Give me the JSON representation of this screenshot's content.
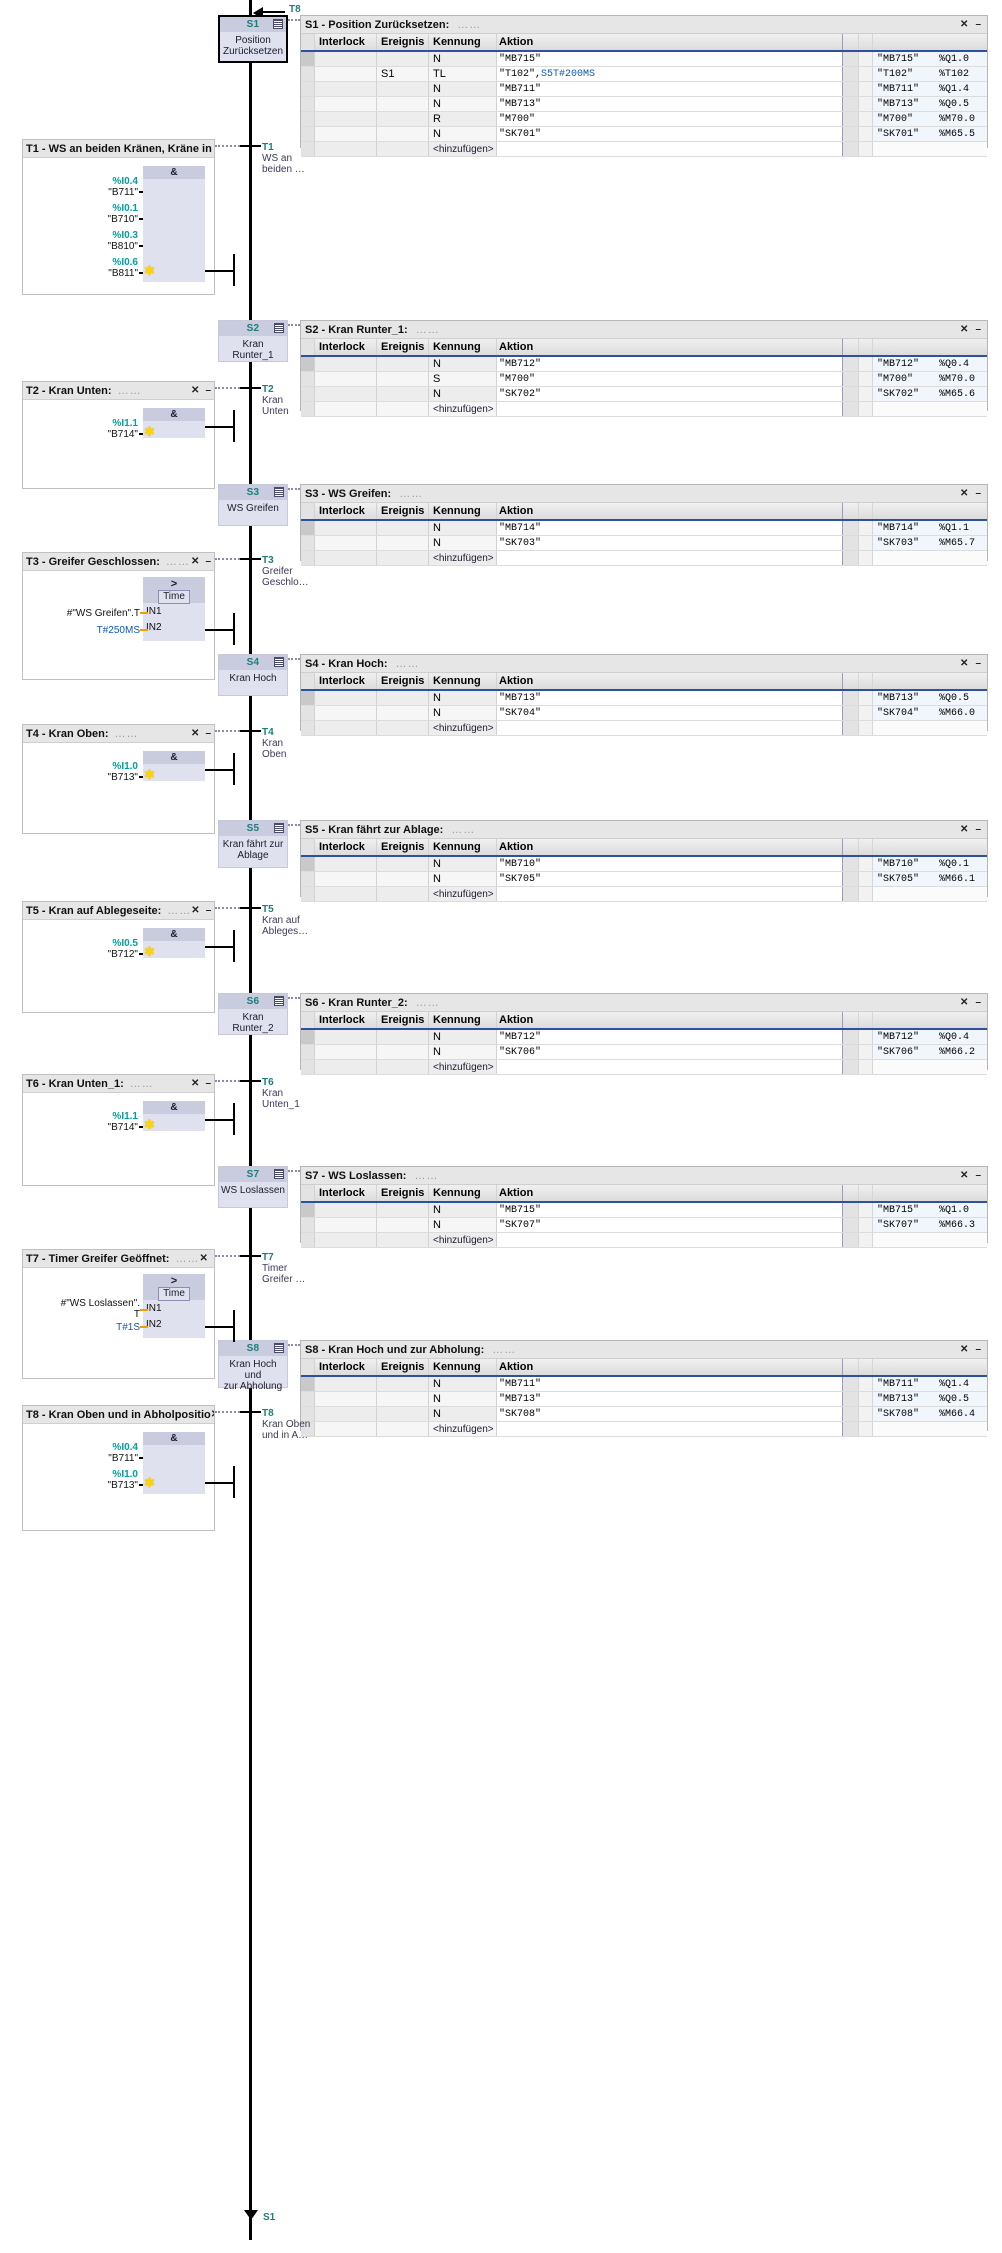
{
  "chain": {
    "top_transition": "T8",
    "bottom_label": "S1"
  },
  "steps": [
    {
      "id": "S1",
      "name": "Position\nZurücksetzen",
      "name_l1": "Position",
      "name_l2": "Zurücksetzen",
      "panel_title": "S1 - Position Zurücksetzen:",
      "dots": "……",
      "columns": [
        "Interlock",
        "Ereignis",
        "Kennung",
        "Aktion"
      ],
      "add_row": "<hinzufügen>",
      "rows": [
        {
          "interlock": "",
          "ereignis": "",
          "kennung": "N",
          "aktion": "\"MB715\"",
          "aktion_lit": "",
          "sym": "\"MB715\"",
          "addr": "%Q1.0"
        },
        {
          "interlock": "",
          "ereignis": "S1",
          "kennung": "TL",
          "aktion": "\"T102\",",
          "aktion_lit": "S5T#200MS",
          "sym": "\"T102\"",
          "addr": "%T102"
        },
        {
          "interlock": "",
          "ereignis": "",
          "kennung": "N",
          "aktion": "\"MB711\"",
          "aktion_lit": "",
          "sym": "\"MB711\"",
          "addr": "%Q1.4"
        },
        {
          "interlock": "",
          "ereignis": "",
          "kennung": "N",
          "aktion": "\"MB713\"",
          "aktion_lit": "",
          "sym": "\"MB713\"",
          "addr": "%Q0.5"
        },
        {
          "interlock": "",
          "ereignis": "",
          "kennung": "R",
          "aktion": "\"M700\"",
          "aktion_lit": "",
          "sym": "\"M700\"",
          "addr": "%M70.0"
        },
        {
          "interlock": "",
          "ereignis": "",
          "kennung": "N",
          "aktion": "\"SK701\"",
          "aktion_lit": "",
          "sym": "\"SK701\"",
          "addr": "%M65.5"
        }
      ]
    },
    {
      "id": "S2",
      "name_l1": "Kran Runter_1",
      "name_l2": "",
      "panel_title": "S2 - Kran Runter_1:",
      "dots": "……",
      "columns": [
        "Interlock",
        "Ereignis",
        "Kennung",
        "Aktion"
      ],
      "add_row": "<hinzufügen>",
      "rows": [
        {
          "interlock": "",
          "ereignis": "",
          "kennung": "N",
          "aktion": "\"MB712\"",
          "aktion_lit": "",
          "sym": "\"MB712\"",
          "addr": "%Q0.4"
        },
        {
          "interlock": "",
          "ereignis": "",
          "kennung": "S",
          "aktion": "\"M700\"",
          "aktion_lit": "",
          "sym": "\"M700\"",
          "addr": "%M70.0"
        },
        {
          "interlock": "",
          "ereignis": "",
          "kennung": "N",
          "aktion": "\"SK702\"",
          "aktion_lit": "",
          "sym": "\"SK702\"",
          "addr": "%M65.6"
        }
      ]
    },
    {
      "id": "S3",
      "name_l1": "WS Greifen",
      "name_l2": "",
      "panel_title": "S3 - WS Greifen:",
      "dots": "……",
      "columns": [
        "Interlock",
        "Ereignis",
        "Kennung",
        "Aktion"
      ],
      "add_row": "<hinzufügen>",
      "rows": [
        {
          "interlock": "",
          "ereignis": "",
          "kennung": "N",
          "aktion": "\"MB714\"",
          "aktion_lit": "",
          "sym": "\"MB714\"",
          "addr": "%Q1.1"
        },
        {
          "interlock": "",
          "ereignis": "",
          "kennung": "N",
          "aktion": "\"SK703\"",
          "aktion_lit": "",
          "sym": "\"SK703\"",
          "addr": "%M65.7"
        }
      ]
    },
    {
      "id": "S4",
      "name_l1": "Kran Hoch",
      "name_l2": "",
      "panel_title": "S4 - Kran Hoch:",
      "dots": "……",
      "columns": [
        "Interlock",
        "Ereignis",
        "Kennung",
        "Aktion"
      ],
      "add_row": "<hinzufügen>",
      "rows": [
        {
          "interlock": "",
          "ereignis": "",
          "kennung": "N",
          "aktion": "\"MB713\"",
          "aktion_lit": "",
          "sym": "\"MB713\"",
          "addr": "%Q0.5"
        },
        {
          "interlock": "",
          "ereignis": "",
          "kennung": "N",
          "aktion": "\"SK704\"",
          "aktion_lit": "",
          "sym": "\"SK704\"",
          "addr": "%M66.0"
        }
      ]
    },
    {
      "id": "S5",
      "name_l1": "Kran fährt zur",
      "name_l2": "Ablage",
      "panel_title": "S5 - Kran fährt zur Ablage:",
      "dots": "……",
      "columns": [
        "Interlock",
        "Ereignis",
        "Kennung",
        "Aktion"
      ],
      "add_row": "<hinzufügen>",
      "rows": [
        {
          "interlock": "",
          "ereignis": "",
          "kennung": "N",
          "aktion": "\"MB710\"",
          "aktion_lit": "",
          "sym": "\"MB710\"",
          "addr": "%Q0.1"
        },
        {
          "interlock": "",
          "ereignis": "",
          "kennung": "N",
          "aktion": "\"SK705\"",
          "aktion_lit": "",
          "sym": "\"SK705\"",
          "addr": "%M66.1"
        }
      ]
    },
    {
      "id": "S6",
      "name_l1": "Kran Runter_2",
      "name_l2": "",
      "panel_title": "S6 - Kran Runter_2:",
      "dots": "……",
      "columns": [
        "Interlock",
        "Ereignis",
        "Kennung",
        "Aktion"
      ],
      "add_row": "<hinzufügen>",
      "rows": [
        {
          "interlock": "",
          "ereignis": "",
          "kennung": "N",
          "aktion": "\"MB712\"",
          "aktion_lit": "",
          "sym": "\"MB712\"",
          "addr": "%Q0.4"
        },
        {
          "interlock": "",
          "ereignis": "",
          "kennung": "N",
          "aktion": "\"SK706\"",
          "aktion_lit": "",
          "sym": "\"SK706\"",
          "addr": "%M66.2"
        }
      ]
    },
    {
      "id": "S7",
      "name_l1": "WS Loslassen",
      "name_l2": "",
      "panel_title": "S7 - WS Loslassen:",
      "dots": "……",
      "columns": [
        "Interlock",
        "Ereignis",
        "Kennung",
        "Aktion"
      ],
      "add_row": "<hinzufügen>",
      "rows": [
        {
          "interlock": "",
          "ereignis": "",
          "kennung": "N",
          "aktion": "\"MB715\"",
          "aktion_lit": "",
          "sym": "\"MB715\"",
          "addr": "%Q1.0"
        },
        {
          "interlock": "",
          "ereignis": "",
          "kennung": "N",
          "aktion": "\"SK707\"",
          "aktion_lit": "",
          "sym": "\"SK707\"",
          "addr": "%M66.3"
        }
      ]
    },
    {
      "id": "S8",
      "name_l1": "Kran Hoch und",
      "name_l2": "zur Abholung",
      "panel_title": "S8 - Kran Hoch und zur Abholung:",
      "dots": "……",
      "columns": [
        "Interlock",
        "Ereignis",
        "Kennung",
        "Aktion"
      ],
      "add_row": "<hinzufügen>",
      "rows": [
        {
          "interlock": "",
          "ereignis": "",
          "kennung": "N",
          "aktion": "\"MB711\"",
          "aktion_lit": "",
          "sym": "\"MB711\"",
          "addr": "%Q1.4"
        },
        {
          "interlock": "",
          "ereignis": "",
          "kennung": "N",
          "aktion": "\"MB713\"",
          "aktion_lit": "",
          "sym": "\"MB713\"",
          "addr": "%Q0.5"
        },
        {
          "interlock": "",
          "ereignis": "",
          "kennung": "N",
          "aktion": "\"SK708\"",
          "aktion_lit": "",
          "sym": "\"SK708\"",
          "addr": "%M66.4"
        }
      ]
    }
  ],
  "transitions": [
    {
      "id": "T1",
      "rail_l1": "WS an",
      "rail_l2": "beiden …",
      "title": "T1 - WS an beiden Kränen, Kräne in",
      "dots": "……",
      "kind": "and",
      "gate": "&",
      "inputs": [
        {
          "addr": "%I0.4",
          "sym": "\"B711\""
        },
        {
          "addr": "%I0.1",
          "sym": "\"B710\""
        },
        {
          "addr": "%I0.3",
          "sym": "\"B810\""
        },
        {
          "addr": "%I0.6",
          "sym": "\"B811\""
        }
      ]
    },
    {
      "id": "T2",
      "rail_l1": "Kran",
      "rail_l2": "Unten",
      "title": "T2 - Kran Unten:",
      "dots": "……",
      "kind": "and",
      "gate": "&",
      "inputs": [
        {
          "addr": "%I1.1",
          "sym": "\"B714\""
        }
      ]
    },
    {
      "id": "T3",
      "rail_l1": "Greifer",
      "rail_l2": "Geschlo…",
      "title": "T3 - Greifer Geschlossen:",
      "dots": "……",
      "kind": "timer",
      "gate": ">",
      "type_label": "Time",
      "in1": "#\"WS Greifen\".T",
      "in2": "T#250MS",
      "in1_pin": "IN1",
      "in2_pin": "IN2"
    },
    {
      "id": "T4",
      "rail_l1": "Kran",
      "rail_l2": "Oben",
      "title": "T4 - Kran Oben:",
      "dots": "……",
      "kind": "and",
      "gate": "&",
      "inputs": [
        {
          "addr": "%I1.0",
          "sym": "\"B713\""
        }
      ]
    },
    {
      "id": "T5",
      "rail_l1": "Kran auf",
      "rail_l2": "Ableges…",
      "title": "T5 - Kran auf Ablegeseite:",
      "dots": "……",
      "kind": "and",
      "gate": "&",
      "inputs": [
        {
          "addr": "%I0.5",
          "sym": "\"B712\""
        }
      ]
    },
    {
      "id": "T6",
      "rail_l1": "Kran",
      "rail_l2": "Unten_1",
      "title": "T6 - Kran Unten_1:",
      "dots": "……",
      "kind": "and",
      "gate": "&",
      "inputs": [
        {
          "addr": "%I1.1",
          "sym": "\"B714\""
        }
      ]
    },
    {
      "id": "T7",
      "rail_l1": "Timer",
      "rail_l2": "Greifer …",
      "title": "T7 - Timer Greifer Geöffnet:",
      "dots": "……",
      "kind": "timer",
      "gate": ">",
      "type_label": "Time",
      "in1": "#\"WS Loslassen\".",
      "in1b": "T",
      "in2": "T#1S",
      "in1_pin": "IN1",
      "in2_pin": "IN2"
    },
    {
      "id": "T8",
      "rail_l1": "Kran Oben",
      "rail_l2": "und in A…",
      "title": "T8 - Kran Oben und in Abholpositio",
      "dots": "",
      "kind": "and",
      "gate": "&",
      "inputs": [
        {
          "addr": "%I0.4",
          "sym": "\"B711\""
        },
        {
          "addr": "%I1.0",
          "sym": "\"B713\""
        }
      ]
    }
  ],
  "icons": {
    "restore": "restore-icon",
    "minimize": "minimize-icon",
    "grid": "grid-icon"
  },
  "colors": {
    "step_accent": "#1a7f7a",
    "step_fill": "#dfe1ef",
    "addr_teal": "#00a0a0",
    "literal_blue": "#0e58b8",
    "header_rule": "#2f4f9f"
  }
}
